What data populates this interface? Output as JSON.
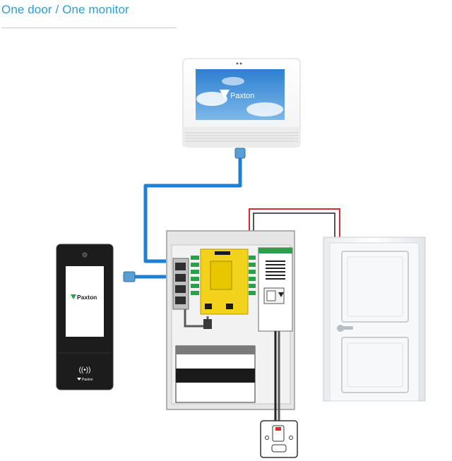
{
  "page": {
    "title": "One door / One monitor"
  },
  "monitor": {
    "brand": "Paxton"
  },
  "entry_panel": {
    "brand": "Paxton",
    "footer_brand": "Paxton",
    "nfc_symbol": "((•))"
  },
  "colors": {
    "title": "#2a9fd8",
    "ethernet_cable": "#1f7fd0",
    "power_red": "#e0282e",
    "controller_yellow": "#f2d21a",
    "panel_dark": "#1c1c1c"
  }
}
